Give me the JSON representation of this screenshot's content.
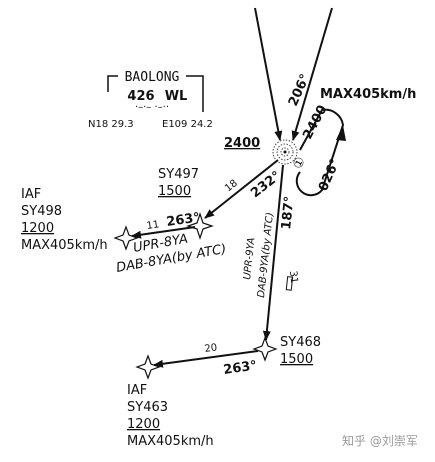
{
  "navaid": {
    "name": "BAOLONG",
    "freq": "426",
    "ident": "WL",
    "lat": "N18  29.3",
    "lon": "E109  24.2",
    "morse": "·–·–   ·–··"
  },
  "holding": {
    "inbound_course": "206°",
    "outbound_course": "026°",
    "altitude": "2400",
    "speed": "MAX405km/h",
    "turn": "①"
  },
  "station_altitude": "2400",
  "fixes": {
    "sy497": {
      "name": "SY497",
      "alt": "1500"
    },
    "sy498": {
      "role": "IAF",
      "name": "SY498",
      "alt": "1200",
      "speed": "MAX405km/h"
    },
    "sy468": {
      "name": "SY468",
      "alt": "1500"
    },
    "sy463": {
      "role": "IAF",
      "name": "SY463",
      "alt": "1200",
      "speed": "MAX405km/h"
    }
  },
  "legs": {
    "to_sy497_course": "232°",
    "to_sy497_dist": "18",
    "sy497_to_sy498_course": "263°",
    "sy497_to_sy498_dist": "11",
    "sy497_proc_1": "UPR-8YA",
    "sy497_proc_2": "DAB-8YA(by ATC)",
    "to_sy468_course": "187°",
    "to_sy468_dist": "31",
    "to_sy468_proc_1": "UPR-9YA",
    "to_sy468_proc_2": "DAB-9YA(by ATC)",
    "sy468_to_sy463_course": "263°",
    "sy468_to_sy463_dist": "20"
  },
  "watermark": "知乎 @刘崇军"
}
